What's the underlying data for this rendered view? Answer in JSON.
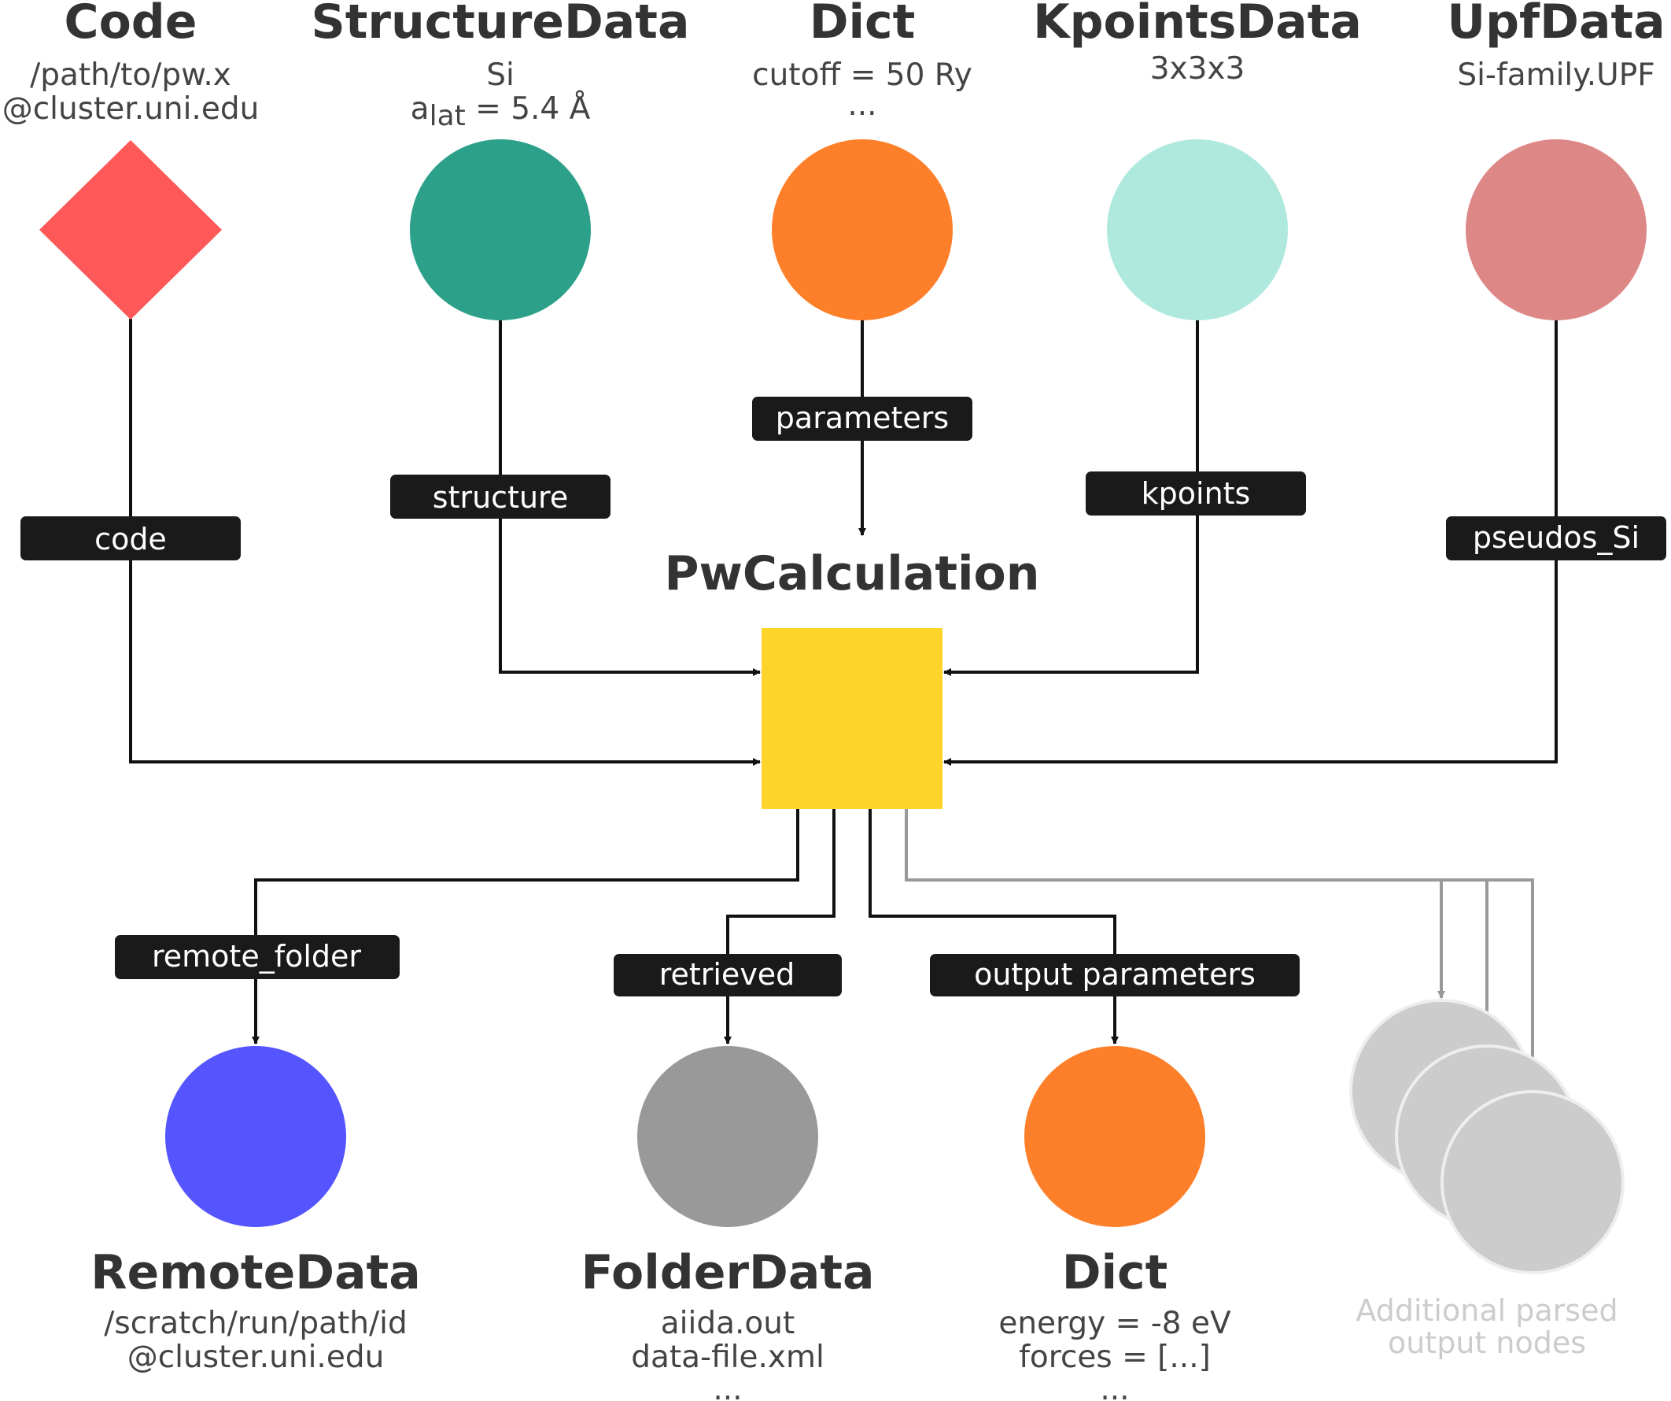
{
  "colors": {
    "code": "#fe5858",
    "structure": "#2ca089",
    "dict": "#fe7f2a",
    "kpoints": "#afe9dd",
    "upf": "#de8787",
    "calc": "#fdd42a",
    "remote": "#5555ff",
    "folder": "#999999",
    "extra": "#cccccc",
    "label_bg": "#1a1a1a"
  },
  "inputs": {
    "code": {
      "title": "Code",
      "line1": "/path/to/pw.x",
      "line2": "@cluster.uni.edu",
      "link": "code",
      "shape": "diamond"
    },
    "structure": {
      "title": "StructureData",
      "line1": "Si",
      "line2_main": "a",
      "line2_sub": "lat",
      "line2_rest": " = 5.4 Å",
      "link": "structure"
    },
    "parameters": {
      "title": "Dict",
      "line1": "cutoff = 50 Ry",
      "line2": "...",
      "link": "parameters"
    },
    "kpoints": {
      "title": "KpointsData",
      "line1": "3x3x3",
      "link": "kpoints"
    },
    "pseudos": {
      "title": "UpfData",
      "line1": "Si-family.UPF",
      "link": "pseudos_Si"
    }
  },
  "calculation": {
    "title": "PwCalculation",
    "shape": "square"
  },
  "outputs": {
    "remote": {
      "title": "RemoteData",
      "line1": "/scratch/run/path/id",
      "line2": "@cluster.uni.edu",
      "link": "remote_folder"
    },
    "folder": {
      "title": "FolderData",
      "line1": "aiida.out",
      "line2": "data-file.xml",
      "line3": "...",
      "link": "retrieved"
    },
    "dict": {
      "title": "Dict",
      "line1": "energy = -8 eV",
      "line2": "forces = [...]",
      "line3": "...",
      "link": "output parameters"
    },
    "extra": {
      "line1": "Additional parsed",
      "line2": "output nodes"
    }
  }
}
